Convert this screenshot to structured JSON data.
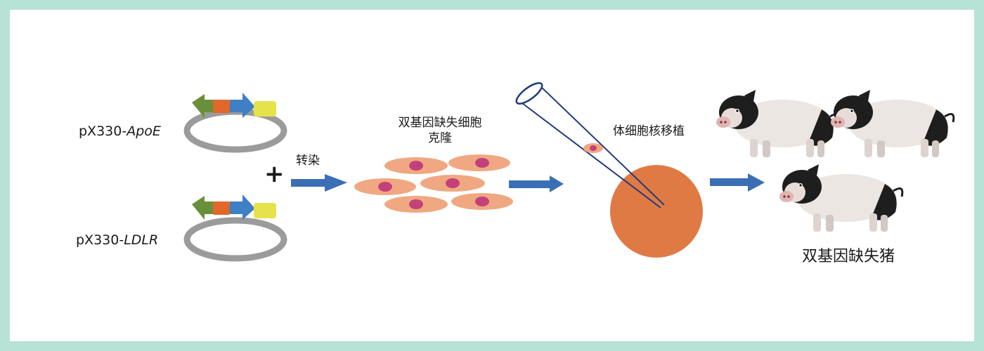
{
  "plasmids": [
    {
      "prefix": "pX330-",
      "gene": "ApoE"
    },
    {
      "prefix": "pX330-",
      "gene": "LDLR"
    }
  ],
  "plus_sign": "+",
  "transfection_label": "转染",
  "cell_clone_label": [
    "双基因缺失细胞",
    "克隆"
  ],
  "nuclear_transfer_label": "体细胞核移植",
  "result_label": "双基因缺失猪",
  "colors": {
    "background_border": "#b7e3d6",
    "arrow": "#3b6fb5",
    "oocyte": "#e07a44",
    "cell_body": "#f0a882",
    "cell_nucleus": "#c2417a",
    "plasmid_ring": "#9b9b9b",
    "cassette_green": "#6a8f3a",
    "cassette_orange": "#e0682a",
    "cassette_blue": "#3f7fc4",
    "cassette_yellow": "#e6e34a",
    "pig_body": "#ece6e3",
    "pig_black": "#1e1e1e"
  },
  "icons": [
    "plasmid-icon",
    "cell-icon",
    "pipette-icon",
    "oocyte-icon",
    "pig-icon",
    "arrow-icon"
  ]
}
